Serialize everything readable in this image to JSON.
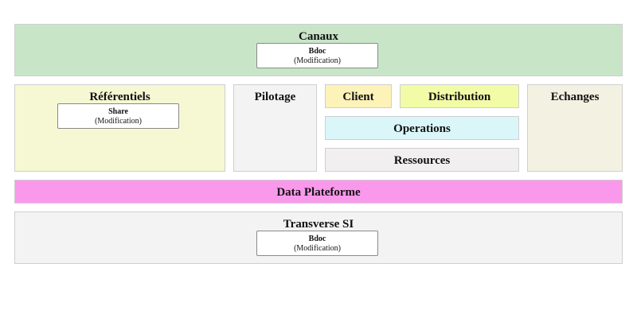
{
  "colors": {
    "canaux": "#c8e5c8",
    "referentiels": "#f5f8d3",
    "pilotage": "#f3f3f3",
    "client": "#fdf2b8",
    "distribution": "#f2fca7",
    "operations": "#daf6f8",
    "ressources": "#f2eff0",
    "echanges": "#f3f1e1",
    "data_plateforme": "#fa99ec",
    "transverse": "#f3f3f3"
  },
  "zones": {
    "canaux": {
      "title": "Canaux",
      "app": {
        "name": "Bdoc",
        "status": "(Modification)"
      }
    },
    "referentiels": {
      "title": "Référentiels",
      "app": {
        "name": "Share",
        "status": "(Modification)"
      }
    },
    "pilotage": {
      "title": "Pilotage"
    },
    "client": {
      "title": "Client"
    },
    "distribution": {
      "title": "Distribution"
    },
    "operations": {
      "title": "Operations"
    },
    "ressources": {
      "title": "Ressources"
    },
    "echanges": {
      "title": "Echanges"
    },
    "data_plateforme": {
      "title": "Data Plateforme"
    },
    "transverse": {
      "title": "Transverse SI",
      "app": {
        "name": "Bdoc",
        "status": "(Modification)"
      }
    }
  }
}
